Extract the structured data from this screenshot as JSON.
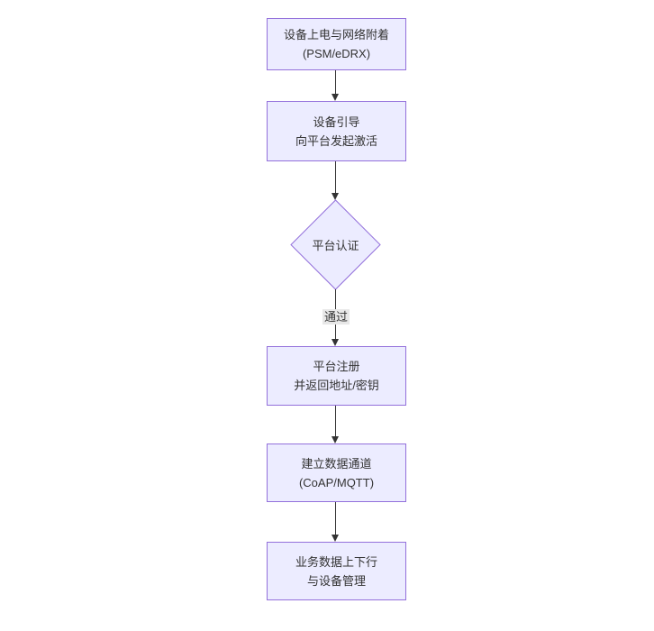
{
  "palette": {
    "node_fill": "#ECECFF",
    "node_border": "#9370DB",
    "text_color": "#333333",
    "edge_color": "#333333",
    "edge_label_bg": "#e8e8e8",
    "canvas_bg": "#ffffff"
  },
  "flowchart": {
    "type": "flowchart",
    "direction": "top-down",
    "nodes": [
      {
        "id": "power-attach",
        "shape": "rect",
        "lines": [
          "设备上电与网络附着",
          "(PSM/eDRX)"
        ]
      },
      {
        "id": "bootstrap",
        "shape": "rect",
        "lines": [
          "设备引导",
          "向平台发起激活"
        ]
      },
      {
        "id": "auth",
        "shape": "diamond",
        "lines": [
          "平台认证"
        ]
      },
      {
        "id": "register",
        "shape": "rect",
        "lines": [
          "平台注册",
          "并返回地址/密钥"
        ]
      },
      {
        "id": "channel",
        "shape": "rect",
        "lines": [
          "建立数据通道",
          "(CoAP/MQTT)"
        ]
      },
      {
        "id": "business",
        "shape": "rect",
        "lines": [
          "业务数据上下行",
          "与设备管理"
        ]
      }
    ],
    "edges": [
      {
        "from": "power-attach",
        "to": "bootstrap",
        "label": ""
      },
      {
        "from": "bootstrap",
        "to": "auth",
        "label": ""
      },
      {
        "from": "auth",
        "to": "register",
        "label": "通过"
      },
      {
        "from": "register",
        "to": "channel",
        "label": ""
      },
      {
        "from": "channel",
        "to": "business",
        "label": ""
      }
    ]
  }
}
